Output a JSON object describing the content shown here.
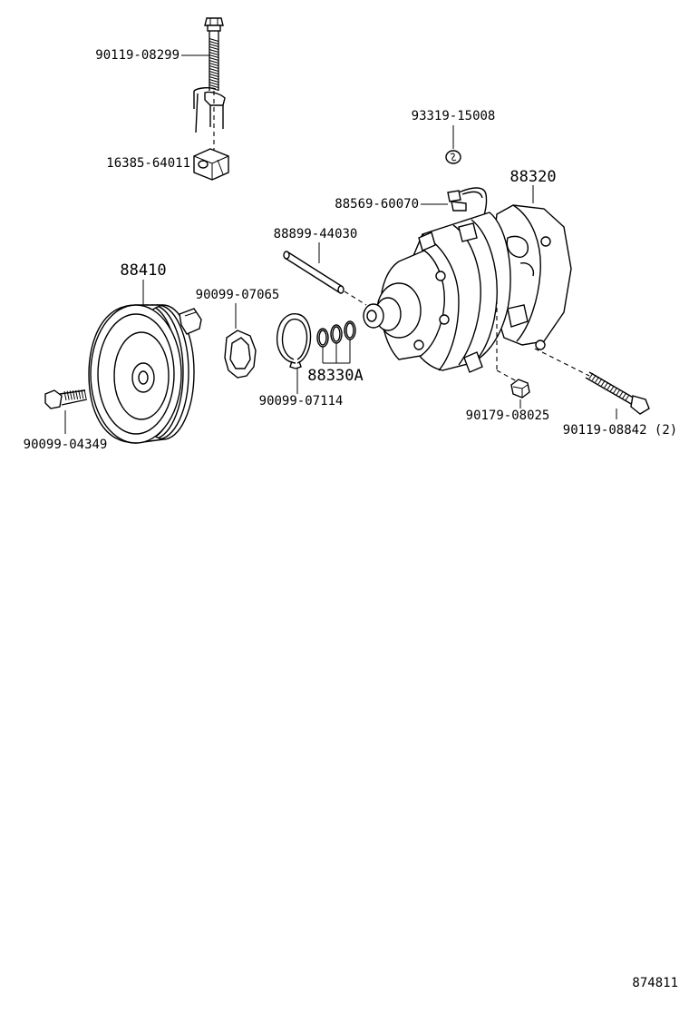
{
  "diagram": {
    "figure_number": "874811",
    "parts": [
      {
        "id": "bolt-top",
        "part_number": "90119-08299"
      },
      {
        "id": "clamp",
        "part_number": "16385-64011"
      },
      {
        "id": "washer-small",
        "part_number": "93319-15008"
      },
      {
        "id": "compressor",
        "part_number": "88320"
      },
      {
        "id": "wire-harness",
        "part_number": "88569-60070"
      },
      {
        "id": "stud",
        "part_number": "88899-44030"
      },
      {
        "id": "pulley",
        "part_number": "88410"
      },
      {
        "id": "gasket-plate",
        "part_number": "90099-07065"
      },
      {
        "id": "snap-ring",
        "part_number": "90099-07114"
      },
      {
        "id": "shims",
        "part_number": "88330A"
      },
      {
        "id": "nut",
        "part_number": "90179-08025"
      },
      {
        "id": "bolt-long",
        "part_number": "90119-08842 (2)"
      },
      {
        "id": "bolt-pulley",
        "part_number": "90099-04349"
      }
    ]
  }
}
